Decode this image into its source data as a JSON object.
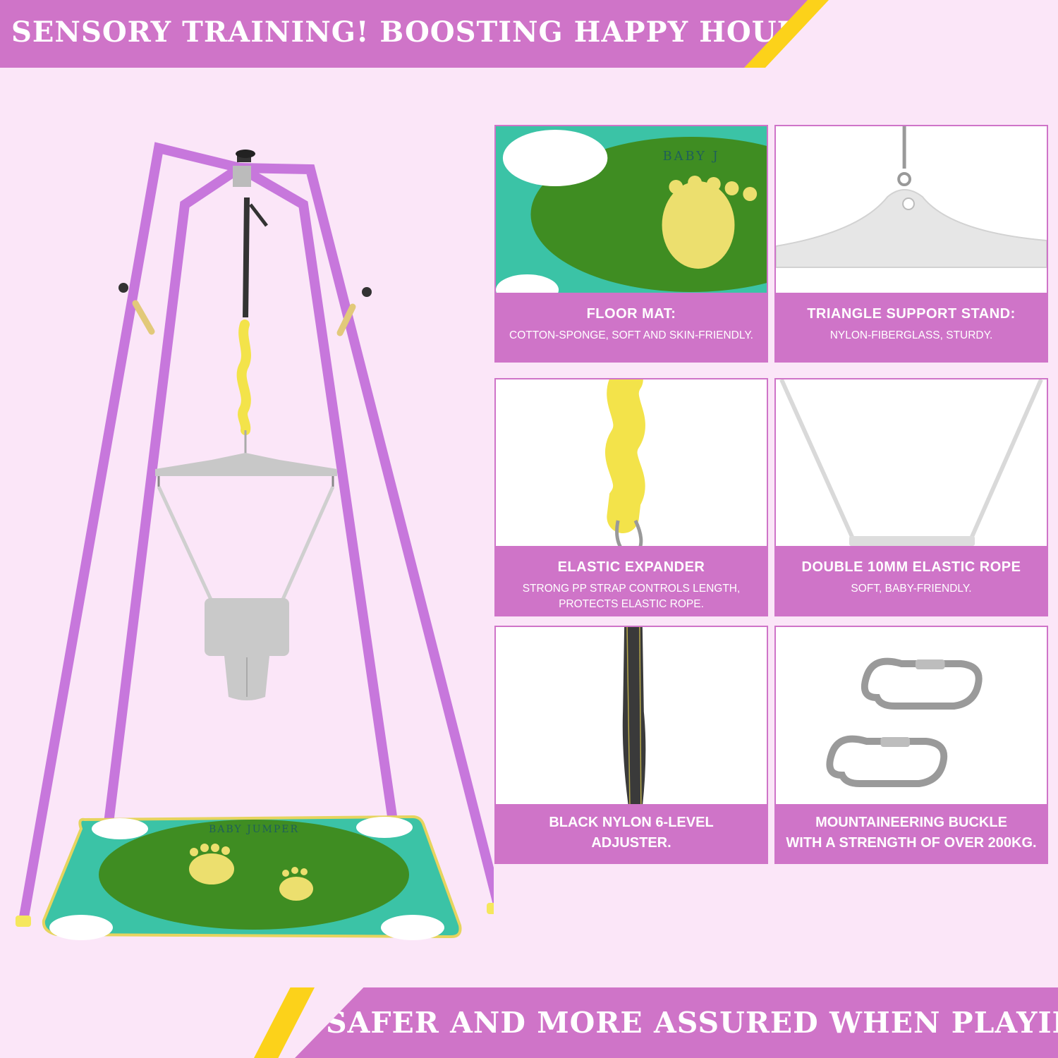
{
  "header": {
    "headline": "SENSORY TRAINING! BOOSTING HAPPY HOUR"
  },
  "footer": {
    "headline": "SAFER AND MORE ASSURED WHEN PLAYING"
  },
  "product": {
    "mat_text": "BABY JUMPER",
    "mat_text_detail": "BABY J"
  },
  "features": [
    {
      "title": "FLOOR MAT:",
      "desc": "COTTON-SPONGE, SOFT AND SKIN-FRIENDLY."
    },
    {
      "title": "TRIANGLE SUPPORT STAND:",
      "desc": "NYLON-FIBERGLASS, STURDY."
    },
    {
      "title": "ELASTIC EXPANDER",
      "desc_line1": "STRONG PP STRAP CONTROLS LENGTH,",
      "desc_line2": "PROTECTS ELASTIC ROPE."
    },
    {
      "title": "DOUBLE 10MM ELASTIC ROPE",
      "desc": "SOFT, BABY-FRIENDLY."
    },
    {
      "title_line1": "BLACK NYLON 6-LEVEL",
      "title_line2": "ADJUSTER."
    },
    {
      "title_line1": "MOUNTAINEERING BUCKLE",
      "title_line2": "WITH A STRENGTH OF OVER 200KG."
    }
  ],
  "colors": {
    "banner": "#cf74c8",
    "accent": "#fcd21a",
    "background": "#fbe6f8",
    "frame": "#c777dc",
    "mat": "#3bc3a6",
    "grass": "#3f8d22",
    "footprint": "#ecdf6e"
  }
}
